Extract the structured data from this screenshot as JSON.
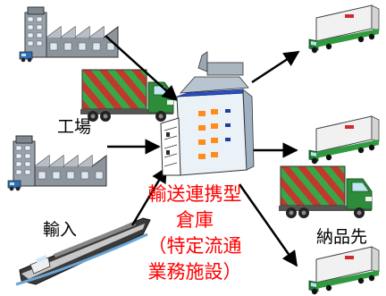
{
  "labels": {
    "factory": "工場",
    "import": "輸入",
    "destination": "納品先"
  },
  "center_label": [
    "輸送連携型",
    "倉庫",
    "（特定流通",
    "業務施設）"
  ],
  "icons": {
    "factory": "factory-icon",
    "cargo_truck": "cargo-truck-icon",
    "delivery_truck": "delivery-truck-icon",
    "ship": "cargo-ship-icon",
    "warehouse": "warehouse-building-icon"
  },
  "colors": {
    "center_text": "#ff0000",
    "truck_cab": "#2e8b3a",
    "container_stripe": "#c0392b",
    "container_stripe_alt": "#3aa64a",
    "warehouse_window": "#ff8c1a",
    "arrow": "#000000"
  }
}
